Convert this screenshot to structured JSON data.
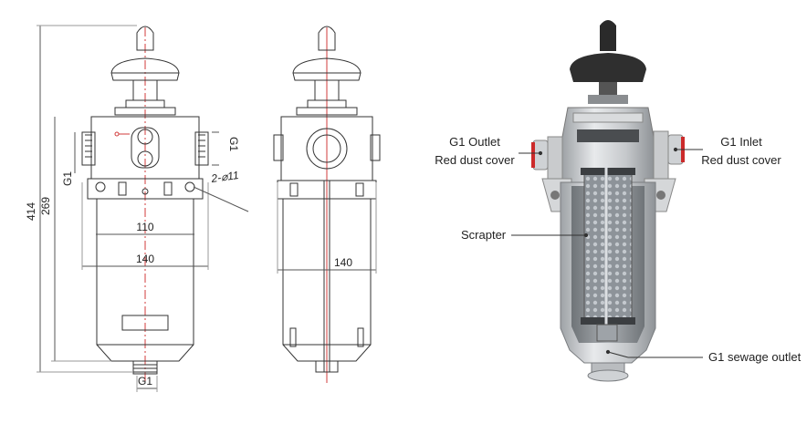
{
  "front_view": {
    "dim_total_height": "414",
    "dim_body_height": "269",
    "dim_width_110": "110",
    "dim_width_140": "140",
    "dim_port_left": "G1",
    "dim_port_right": "G1",
    "dim_port_bottom": "G1",
    "dim_holes": "2-⌀11"
  },
  "side_view": {
    "dim_width_140": "140"
  },
  "cutaway": {
    "outlet_line1": "G1 Outlet",
    "outlet_line2": "Red dust cover",
    "inlet_line1": "G1 Inlet",
    "inlet_line2": "Red dust cover",
    "scraper": "Scrapter",
    "sewage": "G1 sewage outlet"
  },
  "colors": {
    "line": "#333333",
    "center_line": "#d23b3b",
    "knob": "#2a2a2a",
    "metal": "#c9cbcd",
    "filter": "#9aa0a6",
    "red_cover": "#cc2a2a"
  }
}
